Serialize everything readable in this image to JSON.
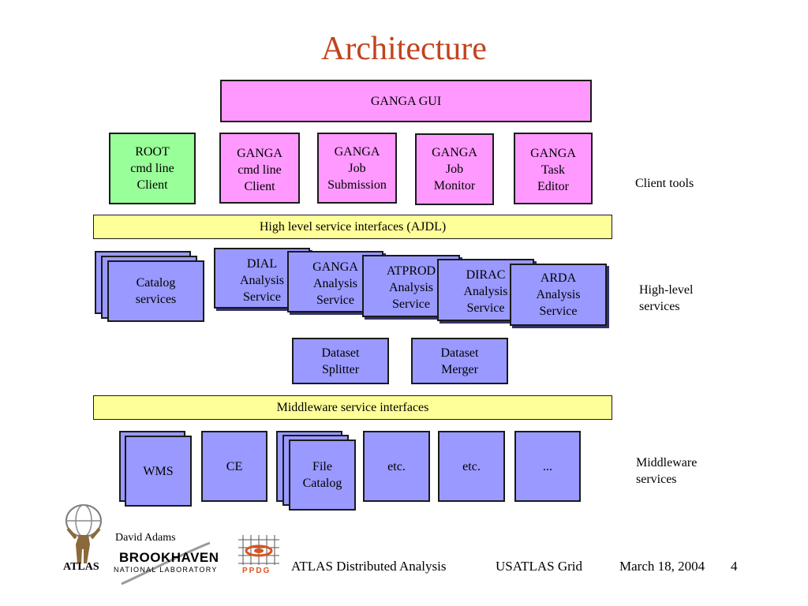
{
  "slide": {
    "title": "Architecture"
  },
  "gui": {
    "label": "GANGA GUI"
  },
  "client_tools": {
    "root": "ROOT\ncmd line\nClient",
    "ganga_cmd": "GANGA\ncmd line\nClient",
    "ganga_job_submission": "GANGA\nJob\nSubmission",
    "ganga_job_monitor": "GANGA\nJob\nMonitor",
    "ganga_task_editor": "GANGA\nTask\nEditor",
    "side_label": "Client tools"
  },
  "high_level_interfaces": {
    "label": "High level service interfaces (AJDL)"
  },
  "high_level_services": {
    "catalog": "Catalog\nservices",
    "dial": "DIAL\nAnalysis\nService",
    "ganga": "GANGA\nAnalysis\nService",
    "atprod": "ATPROD\nAnalysis\nService",
    "dirac": "DIRAC\nAnalysis\nService",
    "arda": "ARDA\nAnalysis\nService",
    "side_label": "High-level\nservices"
  },
  "dataset": {
    "splitter": "Dataset\nSplitter",
    "merger": "Dataset\nMerger"
  },
  "middleware_interfaces": {
    "label": "Middleware service interfaces"
  },
  "middleware_services": {
    "wms": "WMS",
    "ce": "CE",
    "file_catalog": "File\nCatalog",
    "etc1": "etc.",
    "etc2": "etc.",
    "dots": "...",
    "side_label": "Middleware\nservices"
  },
  "footer": {
    "author": "David Adams",
    "atlas_logo": "ATLAS",
    "bnl_logo_main": "BROOKHAVEN",
    "bnl_logo_sub": "NATIONAL LABORATORY",
    "ppdg_logo": "PPDG",
    "talk_title": "ATLAS Distributed Analysis",
    "venue": "USATLAS Grid",
    "date": "March 18, 2004",
    "page": "4"
  }
}
